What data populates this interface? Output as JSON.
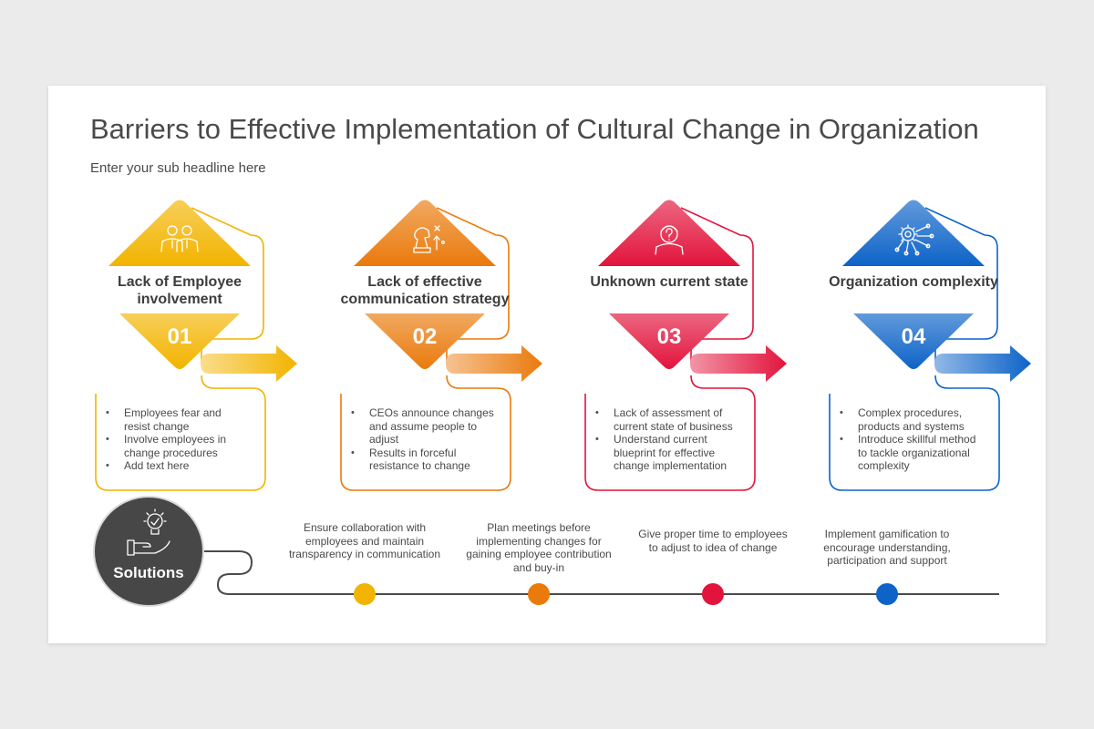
{
  "slide": {
    "title": "Barriers to Effective Implementation of Cultural Change in Organization",
    "subtitle": "Enter your sub headline here"
  },
  "cards": [
    {
      "title": "Lack of Employee involvement",
      "number": "01",
      "color": "#f2b400",
      "icon": "employees-icon",
      "bullets": [
        "Employees fear and resist change",
        "Involve employees in change procedures",
        "Add text here"
      ]
    },
    {
      "title": "Lack of effective communication strategy",
      "number": "02",
      "color": "#ea7a0c",
      "icon": "chess-strategy-icon",
      "bullets": [
        "CEOs announce changes and assume people to adjust",
        "Results in forceful resistance to change"
      ]
    },
    {
      "title": "Unknown current state",
      "number": "03",
      "color": "#e2143c",
      "icon": "person-question-icon",
      "bullets": [
        "Lack of assessment of current state of business",
        "Understand current blueprint for effective change implementation"
      ]
    },
    {
      "title": "Organization complexity",
      "number": "04",
      "color": "#0d63c8",
      "icon": "gear-network-icon",
      "bullets": [
        "Complex procedures, products and systems",
        "Introduce skillful method to tackle organizational complexity"
      ]
    }
  ],
  "solutions": {
    "label": "Solutions",
    "icon": "idea-hand-icon",
    "items": [
      {
        "text": "Ensure collaboration with employees and maintain transparency in communication",
        "color": "#f2b400"
      },
      {
        "text": "Plan meetings before implementing changes for gaining employee contribution and buy-in",
        "color": "#ea7a0c"
      },
      {
        "text": "Give proper time to employees to adjust to idea of change",
        "color": "#e2143c"
      },
      {
        "text": "Implement gamification to encourage understanding, participation and support",
        "color": "#0d63c8"
      }
    ]
  }
}
